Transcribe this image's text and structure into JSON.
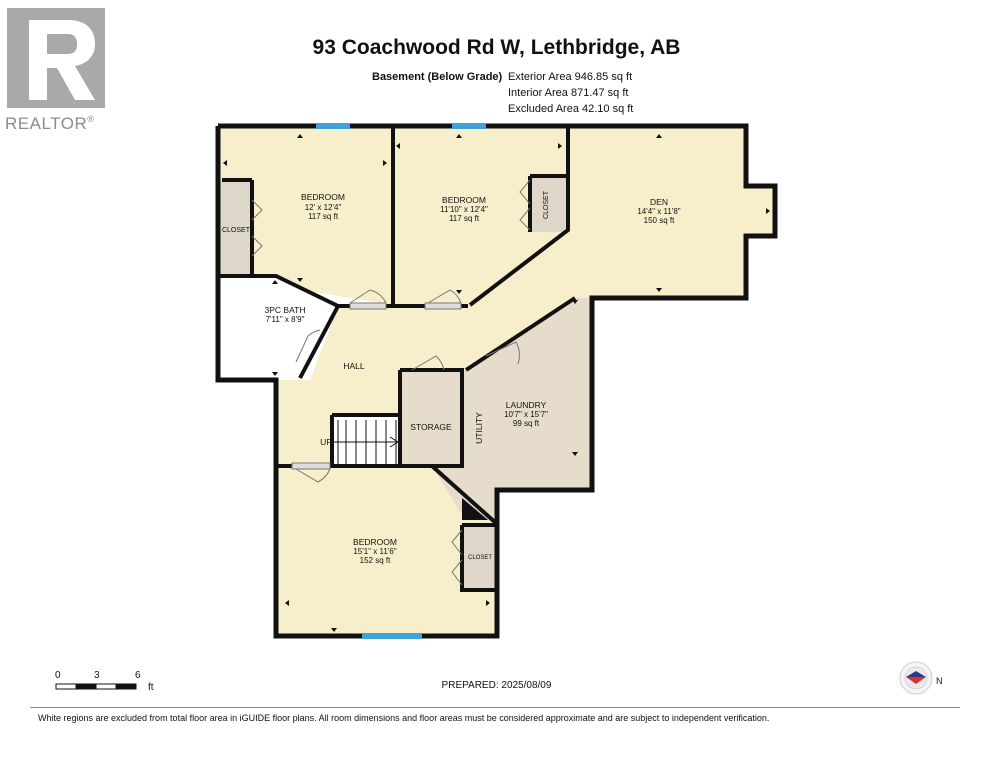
{
  "brand": {
    "logo_text": "REALTOR",
    "logo_mark": "®"
  },
  "header": {
    "title": "93 Coachwood Rd W, Lethbridge, AB",
    "level": "Basement (Below Grade)",
    "exterior_area": "Exterior Area 946.85 sq ft",
    "interior_area": "Interior Area 871.47 sq ft",
    "excluded_area": "Excluded Area 42.10 sq ft"
  },
  "rooms": {
    "bedroom1": {
      "name": "BEDROOM",
      "dims": "12' x 12'4\"",
      "area": "117 sq ft"
    },
    "bedroom2": {
      "name": "BEDROOM",
      "dims": "11'10\" x 12'4\"",
      "area": "117 sq ft"
    },
    "den": {
      "name": "DEN",
      "dims": "14'4\" x 11'8\"",
      "area": "150 sq ft"
    },
    "bath": {
      "name": "3PC BATH",
      "dims": "7'11\" x 8'9\""
    },
    "hall": {
      "name": "HALL"
    },
    "storage": {
      "name": "STORAGE"
    },
    "utility": {
      "name": "UTILITY"
    },
    "laundry": {
      "name": "LAUNDRY",
      "dims": "10'7\" x 15'7\"",
      "area": "99 sq ft"
    },
    "bedroom3": {
      "name": "BEDROOM",
      "dims": "15'1\" x 11'6\"",
      "area": "152 sq ft"
    },
    "closet1": {
      "name": "CLOSET"
    },
    "closet2": {
      "name": "CLOSET"
    },
    "closet3": {
      "name": "CLOSET"
    },
    "stairs": {
      "name": "UP"
    }
  },
  "scale": {
    "ticks": [
      "0",
      "3",
      "6"
    ],
    "unit": "ft"
  },
  "prepared": "PREPARED: 2025/08/09",
  "footer": "White regions are excluded from total floor area in iGUIDE floor plans. All room dimensions and floor areas must be considered approximate and are subject to independent verification.",
  "compass": {
    "label": "N",
    "icon": "north-compass-icon"
  },
  "colors": {
    "room_fill": "#f7eecb",
    "utility_fill": "#e6dccb",
    "closet_fill": "#ddd6c9",
    "wall": "#111111",
    "window": "#3fa3d8"
  }
}
